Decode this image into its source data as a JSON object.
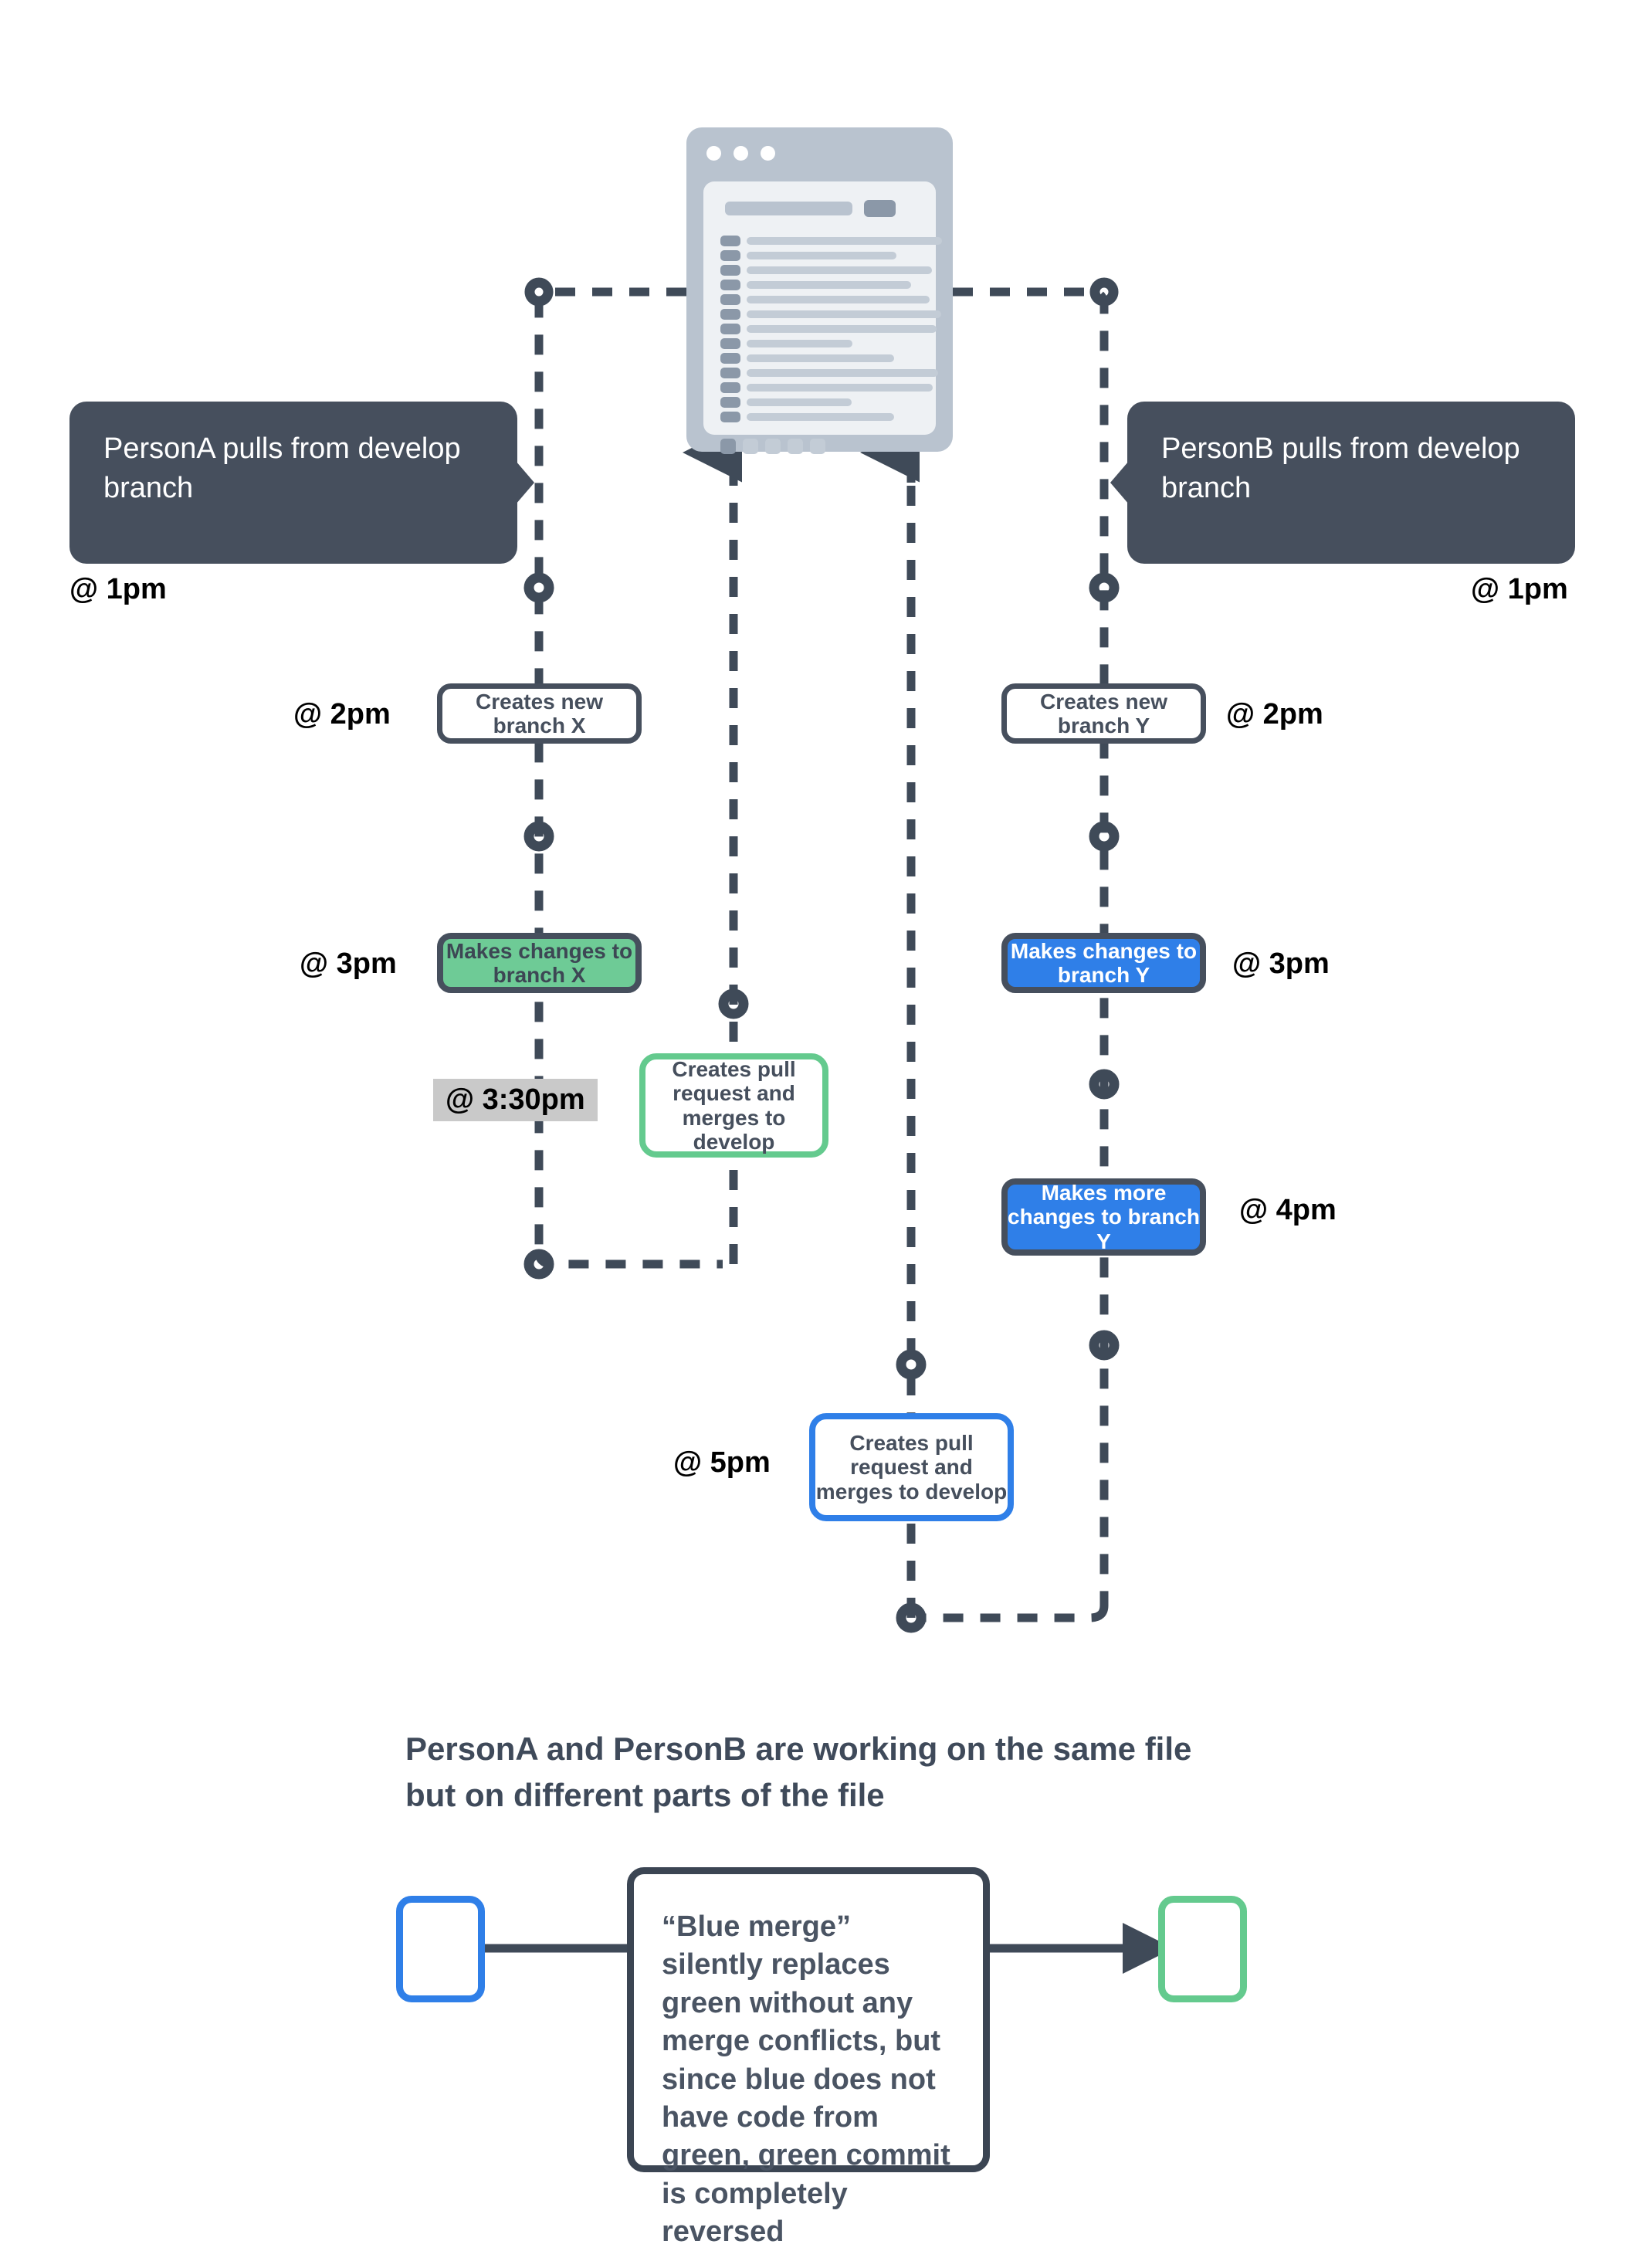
{
  "diagram": {
    "title_hidden": "",
    "colors": {
      "dark": "#464f5d",
      "green": "#6ecb96",
      "green_outline": "#64ca8e",
      "blue": "#2f7fe8",
      "highlight_gray": "#c9c9c9",
      "caption_text": "#3f4a5a"
    },
    "document": {
      "name": "develop-branch-file",
      "window_dots": [
        "dot-1",
        "dot-2",
        "dot-3"
      ],
      "header_bar": "title-placeholder",
      "header_button": "button-placeholder",
      "code_line_count": 13,
      "footer_chip_count": 5
    },
    "callouts": [
      {
        "id": "persona-pull",
        "side": "left",
        "text": "PersonA pulls from develop branch",
        "time": "@ 1pm"
      },
      {
        "id": "personb-pull",
        "side": "right",
        "text": "PersonB pulls from develop branch",
        "time": "@ 1pm"
      }
    ],
    "left_track": {
      "person": "PersonA",
      "accent": "green",
      "steps": [
        {
          "id": "create-branch-x",
          "label": "Creates new branch X",
          "time": "@ 2pm",
          "style": "plain",
          "time_side": "left",
          "time_highlight": false
        },
        {
          "id": "changes-branch-x",
          "label": "Makes changes to branch X",
          "time": "@ 3pm",
          "style": "green-fill",
          "time_side": "left",
          "time_highlight": false
        },
        {
          "id": "pr-merge-green",
          "label": "Creates pull request and merges to develop",
          "time": "@ 3:30pm",
          "style": "green-out",
          "time_side": "left",
          "time_highlight": true
        }
      ]
    },
    "right_track": {
      "person": "PersonB",
      "accent": "blue",
      "steps": [
        {
          "id": "create-branch-y",
          "label": "Creates new branch Y",
          "time": "@ 2pm",
          "style": "plain",
          "time_side": "right",
          "time_highlight": false
        },
        {
          "id": "changes-branch-y",
          "label": "Makes changes to branch Y",
          "time": "@ 3pm",
          "style": "blue-fill",
          "time_side": "right",
          "time_highlight": false
        },
        {
          "id": "more-changes-branch-y",
          "label": "Makes more changes to branch Y",
          "time": "@ 4pm",
          "style": "blue-fill",
          "time_side": "right",
          "time_highlight": false
        },
        {
          "id": "pr-merge-blue",
          "label": "Creates pull request and merges to develop",
          "time": "@ 5pm",
          "style": "blue-out",
          "time_side": "left",
          "time_highlight": false
        }
      ]
    },
    "conclusion": {
      "caption": "PersonA and PersonB are working on the same file but on different parts of the file",
      "source_chip": "blue-commit-chip",
      "target_chip": "green-commit-chip",
      "explanation": "“Blue merge” silently replaces green without any merge conflicts, but since blue does not have code from green, green commit is completely reversed"
    }
  }
}
